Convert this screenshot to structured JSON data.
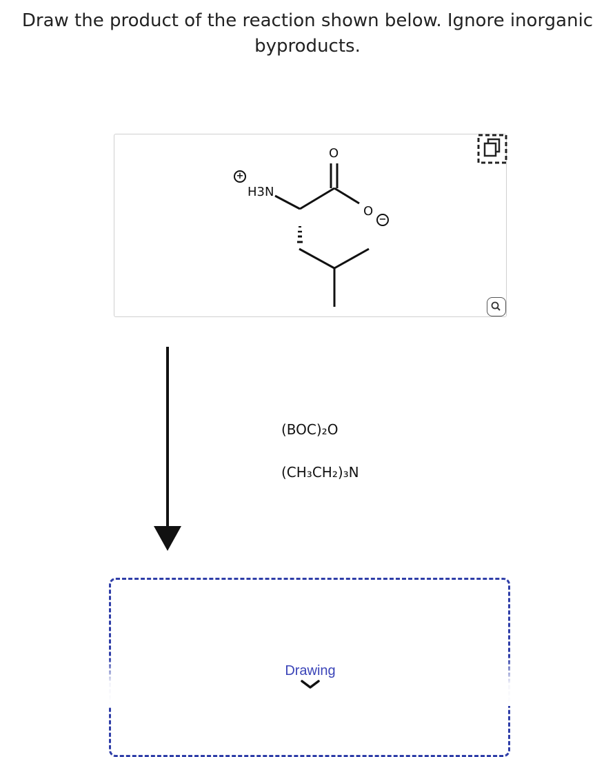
{
  "question": {
    "text": "Draw the product of the reaction shown below. Ignore inorganic byproducts."
  },
  "reactant": {
    "amine_label": "H3N",
    "carbonyl_o_label": "O",
    "carboxylate_o_label": "O",
    "positive_charge": "+",
    "negative_charge": "−"
  },
  "reagents": {
    "first": "(BOC)₂O",
    "second": "(CH₃CH₂)₃N"
  },
  "drawing_toggle": {
    "label": "Drawing"
  },
  "icons": {
    "copy": "copy-molecule-icon",
    "zoom": "zoom-icon",
    "chevron": "chevron-down-icon"
  },
  "colors": {
    "accent": "#3a44b8",
    "dashed_border": "#2f3ea8"
  }
}
